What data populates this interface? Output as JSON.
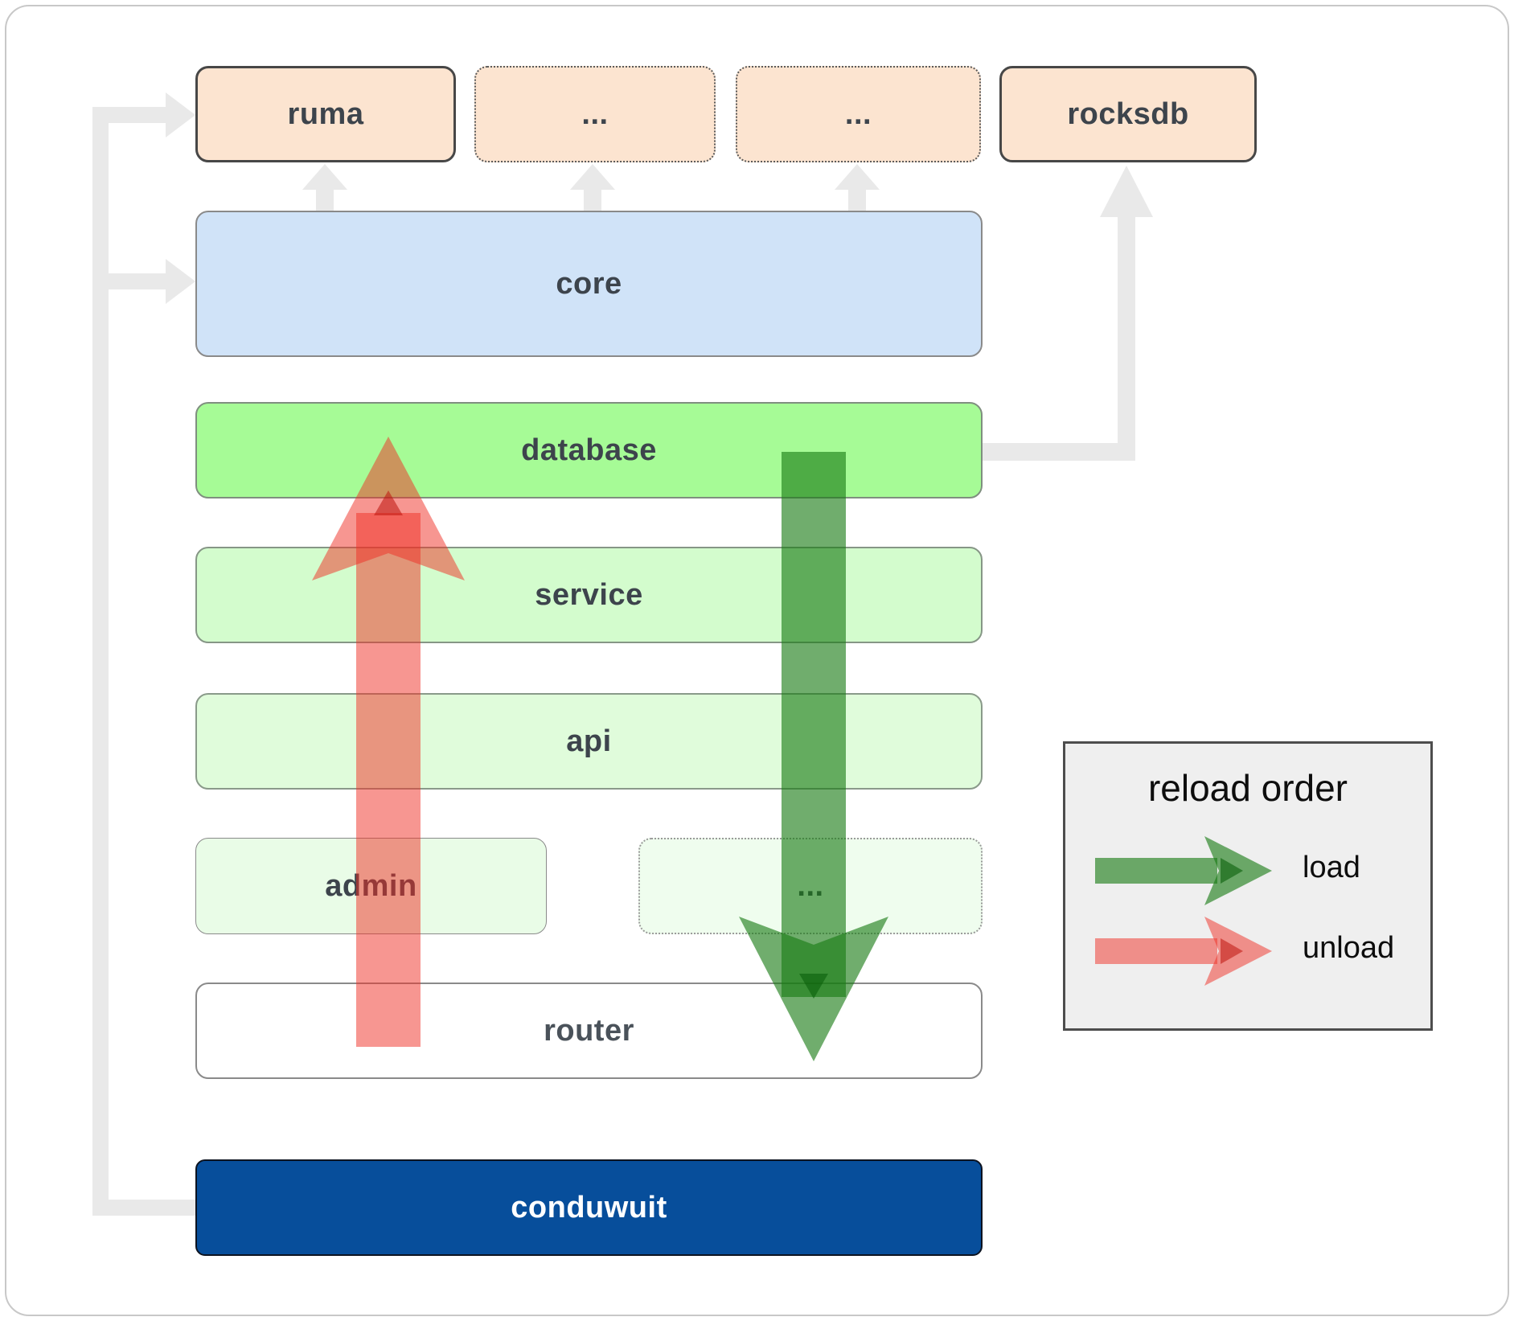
{
  "boxes": {
    "ruma": {
      "label": "ruma"
    },
    "dep1": {
      "label": "..."
    },
    "dep2": {
      "label": "..."
    },
    "rocksdb": {
      "label": "rocksdb"
    },
    "core": {
      "label": "core"
    },
    "database": {
      "label": "database"
    },
    "service": {
      "label": "service"
    },
    "api": {
      "label": "api"
    },
    "admin": {
      "label": "admin"
    },
    "more": {
      "label": "..."
    },
    "router": {
      "label": "router"
    },
    "conduwuit": {
      "label": "conduwuit"
    }
  },
  "legend": {
    "title": "reload order",
    "load_label": "load",
    "unload_label": "unload"
  },
  "arrows": {
    "load_direction": "down",
    "unload_direction": "up"
  },
  "colors": {
    "peach": "#fce4d0",
    "blue": "#d0e3f8",
    "green-bright": "#a6fb96",
    "green-light": "#d3fccd",
    "green-lighter": "#e0fcdb",
    "green-faint": "#e9fce7",
    "green-faintest": "#effdee",
    "navy": "#074e9b",
    "router-bg": "#ffffff",
    "legend-bg": "#efefef",
    "connector": "#e9e9e9",
    "label-ink": "#3d444c",
    "arrow-red": "rgba(240,45,35,0.5)",
    "arrow-red-dark": "rgba(190,20,12,0.55)",
    "arrow-green": "rgba(25,122,20,0.62)",
    "arrow-green-dark": "rgba(10,95,10,0.6)"
  }
}
